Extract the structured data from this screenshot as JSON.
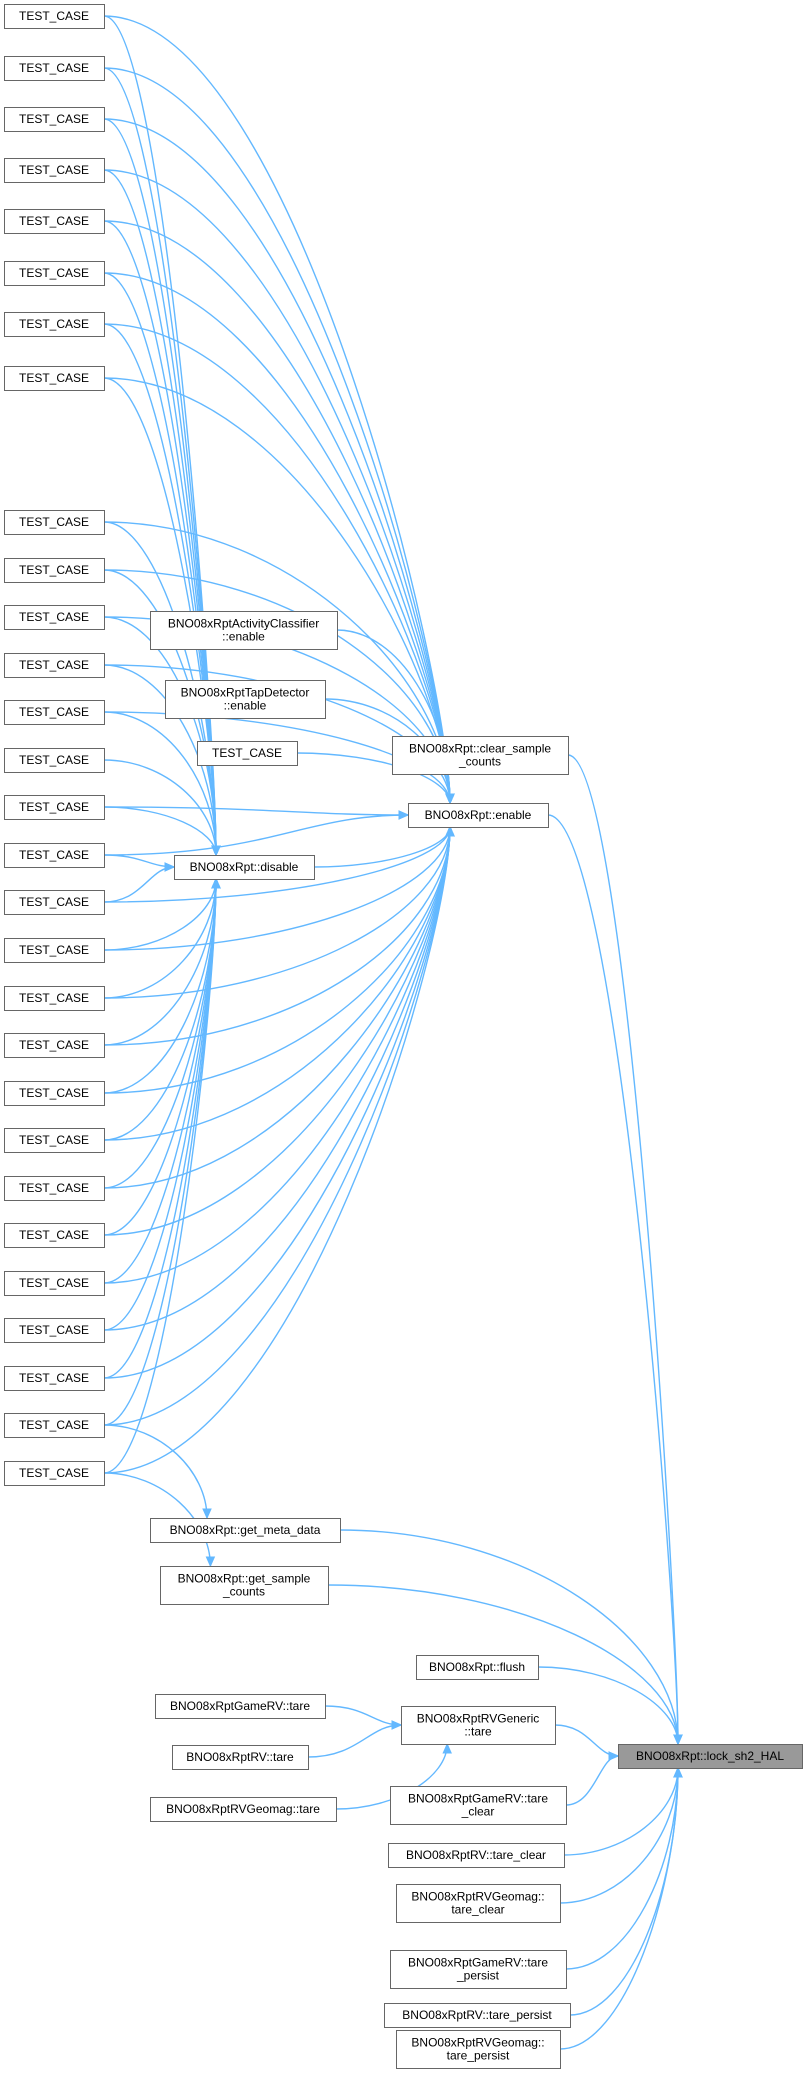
{
  "nodes": [
    {
      "id": "tc1",
      "lines": [
        "TEST_CASE"
      ]
    },
    {
      "id": "tc2",
      "lines": [
        "TEST_CASE"
      ]
    },
    {
      "id": "tc3",
      "lines": [
        "TEST_CASE"
      ]
    },
    {
      "id": "tc4",
      "lines": [
        "TEST_CASE"
      ]
    },
    {
      "id": "tc5",
      "lines": [
        "TEST_CASE"
      ]
    },
    {
      "id": "tc6",
      "lines": [
        "TEST_CASE"
      ]
    },
    {
      "id": "tc7",
      "lines": [
        "TEST_CASE"
      ]
    },
    {
      "id": "tc8",
      "lines": [
        "TEST_CASE"
      ]
    },
    {
      "id": "tc9",
      "lines": [
        "TEST_CASE"
      ]
    },
    {
      "id": "tc10",
      "lines": [
        "TEST_CASE"
      ]
    },
    {
      "id": "tc11",
      "lines": [
        "TEST_CASE"
      ]
    },
    {
      "id": "tc12",
      "lines": [
        "TEST_CASE"
      ]
    },
    {
      "id": "tc13",
      "lines": [
        "TEST_CASE"
      ]
    },
    {
      "id": "tc14",
      "lines": [
        "TEST_CASE"
      ]
    },
    {
      "id": "tc15",
      "lines": [
        "TEST_CASE"
      ]
    },
    {
      "id": "tc16",
      "lines": [
        "TEST_CASE"
      ]
    },
    {
      "id": "tc17",
      "lines": [
        "TEST_CASE"
      ]
    },
    {
      "id": "tc18",
      "lines": [
        "TEST_CASE"
      ]
    },
    {
      "id": "tc19",
      "lines": [
        "TEST_CASE"
      ]
    },
    {
      "id": "tc20",
      "lines": [
        "TEST_CASE"
      ]
    },
    {
      "id": "tc21",
      "lines": [
        "TEST_CASE"
      ]
    },
    {
      "id": "tc22",
      "lines": [
        "TEST_CASE"
      ]
    },
    {
      "id": "tc23",
      "lines": [
        "TEST_CASE"
      ]
    },
    {
      "id": "tc24",
      "lines": [
        "TEST_CASE"
      ]
    },
    {
      "id": "tc25",
      "lines": [
        "TEST_CASE"
      ]
    },
    {
      "id": "tc26",
      "lines": [
        "TEST_CASE"
      ]
    },
    {
      "id": "tc27",
      "lines": [
        "TEST_CASE"
      ]
    },
    {
      "id": "tc28",
      "lines": [
        "TEST_CASE"
      ]
    },
    {
      "id": "tc29",
      "lines": [
        "TEST_CASE"
      ]
    },
    {
      "id": "tcmid",
      "lines": [
        "TEST_CASE"
      ]
    },
    {
      "id": "actclass",
      "lines": [
        "BNO08xRptActivityClassifier",
        "::enable"
      ]
    },
    {
      "id": "tapdet",
      "lines": [
        "BNO08xRptTapDetector",
        "::enable"
      ]
    },
    {
      "id": "clearsc",
      "lines": [
        "BNO08xRpt::clear_sample",
        "_counts"
      ]
    },
    {
      "id": "enable",
      "lines": [
        "BNO08xRpt::enable"
      ]
    },
    {
      "id": "disable",
      "lines": [
        "BNO08xRpt::disable"
      ]
    },
    {
      "id": "getmeta",
      "lines": [
        "BNO08xRpt::get_meta_data"
      ]
    },
    {
      "id": "getsample",
      "lines": [
        "BNO08xRpt::get_sample",
        "_counts"
      ]
    },
    {
      "id": "flush",
      "lines": [
        "BNO08xRpt::flush"
      ]
    },
    {
      "id": "gamervtare",
      "lines": [
        "BNO08xRptGameRV::tare"
      ]
    },
    {
      "id": "rvtare",
      "lines": [
        "BNO08xRptRV::tare"
      ]
    },
    {
      "id": "geomagtare",
      "lines": [
        "BNO08xRptRVGeomag::tare"
      ]
    },
    {
      "id": "rvgeneric",
      "lines": [
        "BNO08xRptRVGeneric",
        "::tare"
      ]
    },
    {
      "id": "lock",
      "lines": [
        "BNO08xRpt::lock_sh2_HAL"
      ]
    },
    {
      "id": "gamervclear",
      "lines": [
        "BNO08xRptGameRV::tare",
        "_clear"
      ]
    },
    {
      "id": "rvclear",
      "lines": [
        "BNO08xRptRV::tare_clear"
      ]
    },
    {
      "id": "geomagclear",
      "lines": [
        "BNO08xRptRVGeomag::",
        "tare_clear"
      ]
    },
    {
      "id": "gamervpersist",
      "lines": [
        "BNO08xRptGameRV::tare",
        "_persist"
      ]
    },
    {
      "id": "rvpersist",
      "lines": [
        "BNO08xRptRV::tare_persist"
      ]
    },
    {
      "id": "geomagpersist",
      "lines": [
        "BNO08xRptRVGeomag::",
        "tare_persist"
      ]
    }
  ],
  "edges": [
    [
      "tc1",
      "enable"
    ],
    [
      "tc2",
      "enable"
    ],
    [
      "tc3",
      "enable"
    ],
    [
      "tc4",
      "enable"
    ],
    [
      "tc5",
      "enable"
    ],
    [
      "tc6",
      "enable"
    ],
    [
      "tc7",
      "enable"
    ],
    [
      "tc8",
      "enable"
    ],
    [
      "tc9",
      "enable"
    ],
    [
      "tc10",
      "enable"
    ],
    [
      "tc11",
      "enable"
    ],
    [
      "tc12",
      "enable"
    ],
    [
      "tc13",
      "enable"
    ],
    [
      "tcmid",
      "enable"
    ],
    [
      "tc15",
      "enable"
    ],
    [
      "tc16",
      "enable"
    ],
    [
      "tc17",
      "enable"
    ],
    [
      "tc18",
      "enable"
    ],
    [
      "tc19",
      "enable"
    ],
    [
      "tc20",
      "enable"
    ],
    [
      "tc21",
      "enable"
    ],
    [
      "tc22",
      "enable"
    ],
    [
      "tc23",
      "enable"
    ],
    [
      "tc24",
      "enable"
    ],
    [
      "tc25",
      "enable"
    ],
    [
      "tc26",
      "enable"
    ],
    [
      "tc27",
      "enable"
    ],
    [
      "tc28",
      "enable"
    ],
    [
      "tc29",
      "enable"
    ],
    [
      "actclass",
      "enable"
    ],
    [
      "tapdet",
      "enable"
    ],
    [
      "disable",
      "enable"
    ],
    [
      "tc1",
      "disable"
    ],
    [
      "tc2",
      "disable"
    ],
    [
      "tc3",
      "disable"
    ],
    [
      "tc4",
      "disable"
    ],
    [
      "tc5",
      "disable"
    ],
    [
      "tc6",
      "disable"
    ],
    [
      "tc7",
      "disable"
    ],
    [
      "tc8",
      "disable"
    ],
    [
      "tc9",
      "disable"
    ],
    [
      "tc10",
      "disable"
    ],
    [
      "tc11",
      "disable"
    ],
    [
      "tc12",
      "disable"
    ],
    [
      "tc13",
      "disable"
    ],
    [
      "tc14",
      "disable"
    ],
    [
      "tc15",
      "disable"
    ],
    [
      "tc16",
      "disable"
    ],
    [
      "tc17",
      "disable"
    ],
    [
      "tc18",
      "disable"
    ],
    [
      "tc19",
      "disable"
    ],
    [
      "tc20",
      "disable"
    ],
    [
      "tc21",
      "disable"
    ],
    [
      "tc22",
      "disable"
    ],
    [
      "tc23",
      "disable"
    ],
    [
      "tc24",
      "disable"
    ],
    [
      "tc25",
      "disable"
    ],
    [
      "tc26",
      "disable"
    ],
    [
      "tc27",
      "disable"
    ],
    [
      "tc28",
      "disable"
    ],
    [
      "tc29",
      "disable"
    ],
    [
      "tc28",
      "getmeta"
    ],
    [
      "tc29",
      "getsample"
    ],
    [
      "gamervtare",
      "rvgeneric"
    ],
    [
      "rvtare",
      "rvgeneric"
    ],
    [
      "geomagtare",
      "rvgeneric"
    ],
    [
      "enable",
      "lock"
    ],
    [
      "clearsc",
      "lock"
    ],
    [
      "getmeta",
      "lock"
    ],
    [
      "getsample",
      "lock"
    ],
    [
      "flush",
      "lock"
    ],
    [
      "rvgeneric",
      "lock"
    ],
    [
      "gamervclear",
      "lock"
    ],
    [
      "rvclear",
      "lock"
    ],
    [
      "geomagclear",
      "lock"
    ],
    [
      "gamervpersist",
      "lock"
    ],
    [
      "rvpersist",
      "lock"
    ],
    [
      "geomagpersist",
      "lock"
    ]
  ]
}
